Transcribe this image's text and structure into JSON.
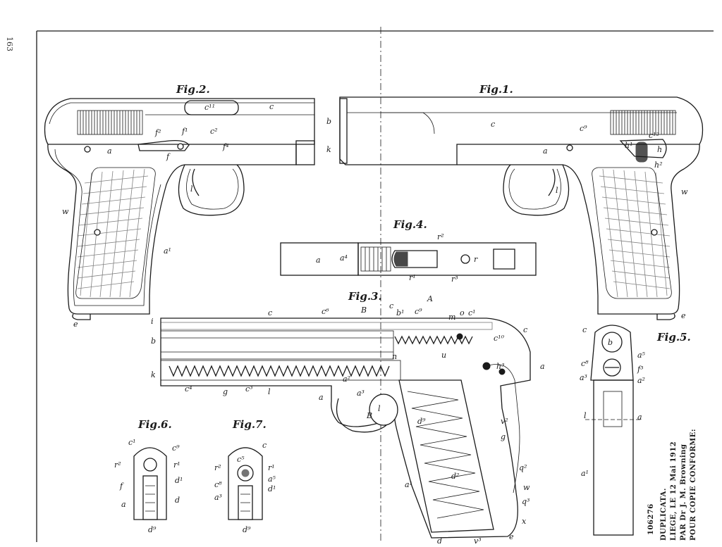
{
  "sheet_number": "163",
  "figures": {
    "fig1": "Fig.1.",
    "fig2": "Fig.2.",
    "fig3": "Fig.3.",
    "fig4": "Fig.4.",
    "fig5": "Fig.5.",
    "fig6": "Fig.6.",
    "fig7": "Fig.7."
  },
  "labels": {
    "fig2": [
      "c¹¹",
      "c",
      "f²",
      "f¹",
      "c²",
      "a",
      "f",
      "f⁴",
      "l",
      "w",
      "a¹",
      "e"
    ],
    "fig1": [
      "b",
      "c",
      "c⁹",
      "c¹²",
      "k",
      "a",
      "h¹",
      "h",
      "h²",
      "l",
      "w",
      "e"
    ],
    "fig4": [
      "r²",
      "a",
      "a⁴",
      "r",
      "r¹",
      "r³"
    ],
    "fig3": [
      "c",
      "c⁶",
      "B",
      "c",
      "b¹",
      "c⁹",
      "A",
      "o",
      "c¹",
      "c",
      "i",
      "b",
      "k",
      "m",
      "c¹⁰",
      "a",
      "a²",
      "c⁴",
      "g",
      "c³",
      "l",
      "a",
      "a³",
      "B",
      "l",
      "n",
      "h³",
      "u",
      "d⁹",
      "v²",
      "g",
      "a¹",
      "d²",
      "q²",
      "w",
      "q³",
      "d",
      "v³",
      "e",
      "x"
    ],
    "fig5": [
      "c",
      "b",
      "a⁵",
      "c⁸",
      "f³",
      "a³",
      "a²",
      "l",
      "a",
      "a¹"
    ],
    "fig6": [
      "c¹",
      "c⁹",
      "r²",
      "r¹",
      "f",
      "d¹",
      "a",
      "d",
      "d⁹"
    ],
    "fig7": [
      "c",
      "c⁵",
      "r²",
      "r¹",
      "c⁸",
      "a⁵",
      "a³",
      "d¹",
      "d⁹"
    ]
  },
  "stamp": {
    "line1": "DUPLICATA.",
    "line2": "LIEGE, LE 12 Mai 1912",
    "line3": "PAR Dr J. M. Browning",
    "line4": "POUR COPIE CONFORME:",
    "number": "106276"
  }
}
